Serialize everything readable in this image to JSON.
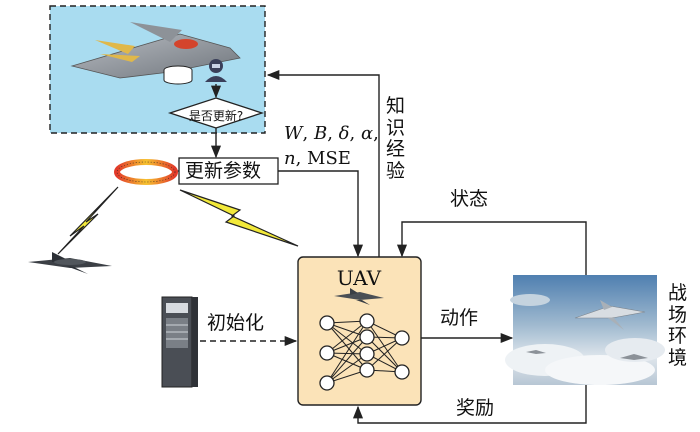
{
  "nodes": {
    "decision": "是否更新?",
    "update_params": "更新参数",
    "uav": "UAV",
    "init": "初始化",
    "battlefield": [
      "战",
      "场",
      "环",
      "境"
    ]
  },
  "edges": {
    "knowledge": [
      "知",
      "识",
      "经",
      "验"
    ],
    "state": "状态",
    "action": "动作",
    "reward": "奖励",
    "params_line1": [
      "W",
      "B",
      "δ",
      "α"
    ],
    "params_line2_var": "n",
    "params_line2_text": "MSE"
  },
  "colors": {
    "top_panel_fill": "#a9dcf0",
    "uav_box_fill": "#fbe3b8",
    "line": "#222222"
  }
}
